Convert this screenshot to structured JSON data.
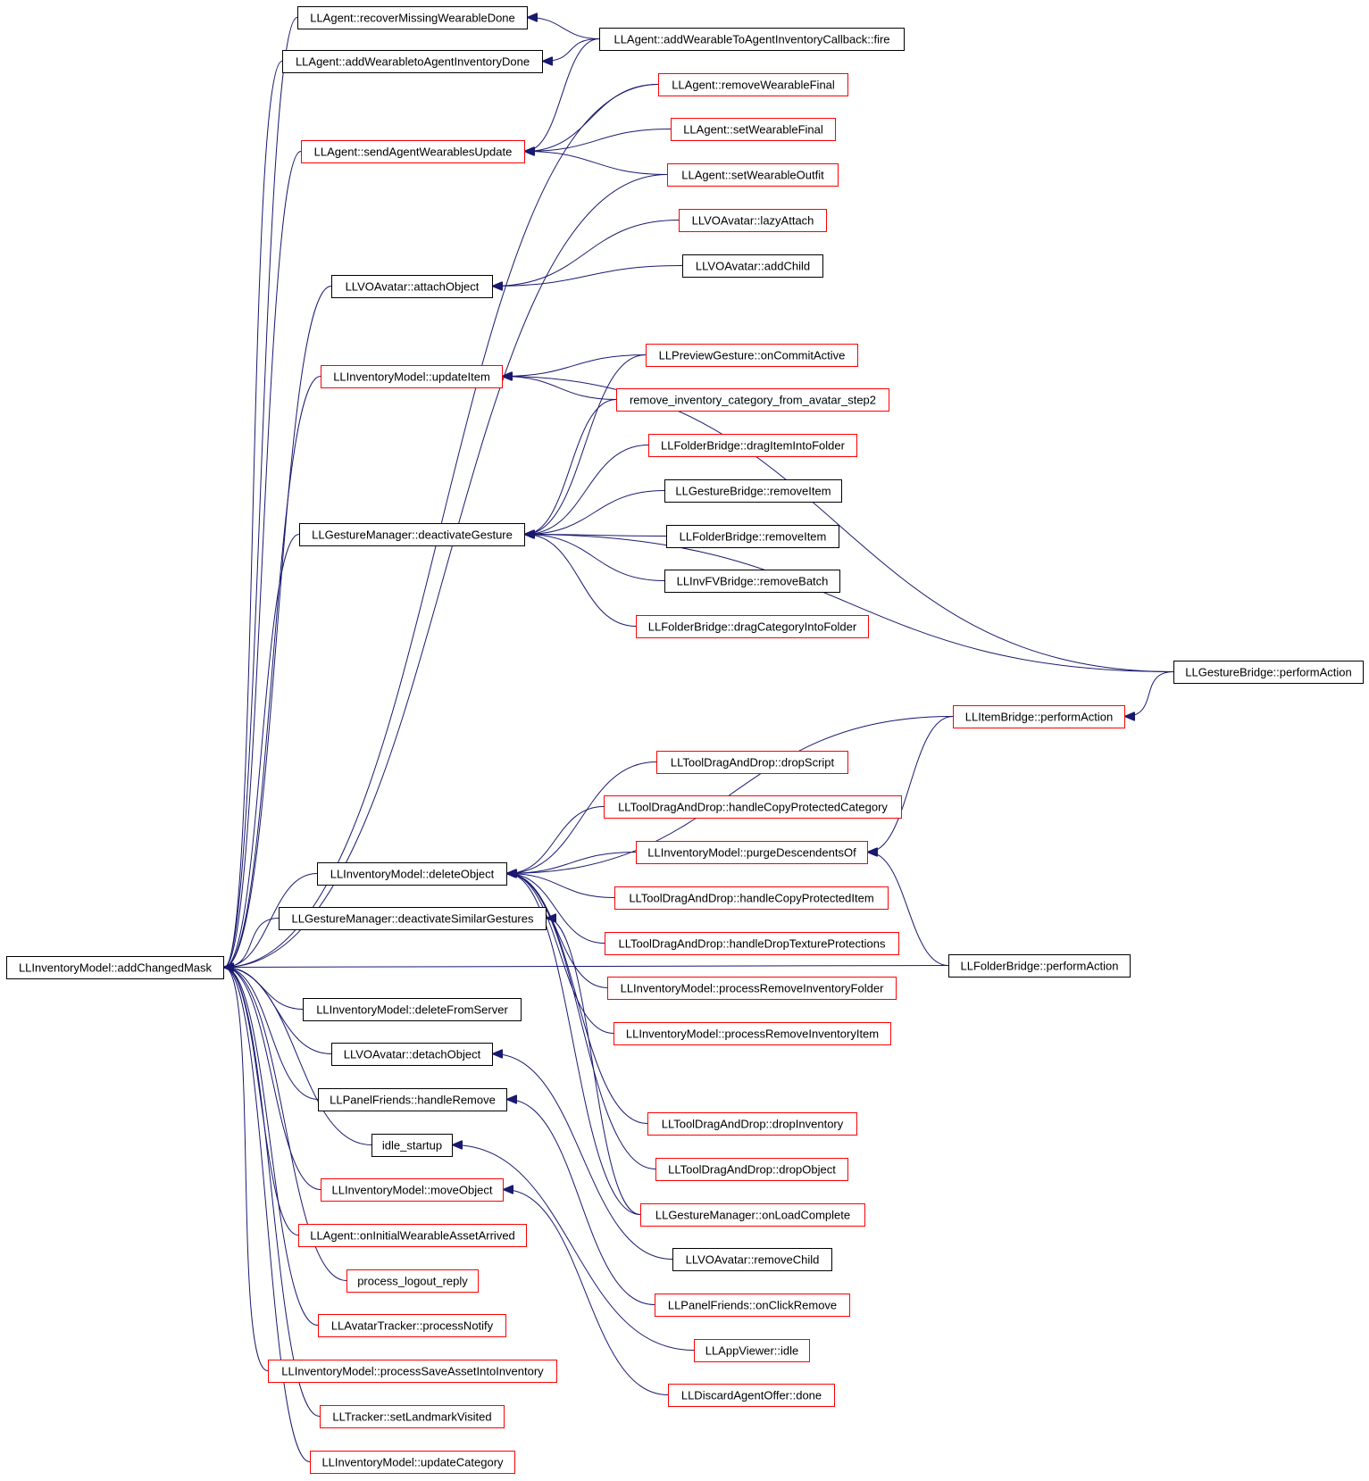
{
  "colors": {
    "edge": "#191970",
    "border_black": "#000000",
    "border_red": "#ff0000",
    "root_fill": "#bfbfbf",
    "node_fill": "#ffffff"
  },
  "nodes": [
    {
      "id": "root",
      "label": "LLInventoryModel::addChangedMask",
      "border": "black",
      "root": true
    },
    {
      "id": "recoverMissing",
      "label": "LLAgent::recoverMissingWearableDone",
      "border": "black"
    },
    {
      "id": "addWearableDone",
      "label": "LLAgent::addWearabletoAgentInventoryDone",
      "border": "black"
    },
    {
      "id": "sendAgentWearables",
      "label": "LLAgent::sendAgentWearablesUpdate",
      "border": "red"
    },
    {
      "id": "attachObject",
      "label": "LLVOAvatar::attachObject",
      "border": "black"
    },
    {
      "id": "updateItem",
      "label": "LLInventoryModel::updateItem",
      "border": "red"
    },
    {
      "id": "deactivateGesture",
      "label": "LLGestureManager::deactivateGesture",
      "border": "black"
    },
    {
      "id": "deleteObject",
      "label": "LLInventoryModel::deleteObject",
      "border": "black"
    },
    {
      "id": "deactivateSimilar",
      "label": "LLGestureManager::deactivateSimilarGestures",
      "border": "black"
    },
    {
      "id": "deleteFromServer",
      "label": "LLInventoryModel::deleteFromServer",
      "border": "black"
    },
    {
      "id": "detachObject",
      "label": "LLVOAvatar::detachObject",
      "border": "black"
    },
    {
      "id": "handleRemove",
      "label": "LLPanelFriends::handleRemove",
      "border": "black"
    },
    {
      "id": "idleStartup",
      "label": "idle_startup",
      "border": "black"
    },
    {
      "id": "moveObject",
      "label": "LLInventoryModel::moveObject",
      "border": "red"
    },
    {
      "id": "onInitialWearable",
      "label": "LLAgent::onInitialWearableAssetArrived",
      "border": "red"
    },
    {
      "id": "processLogout",
      "label": "process_logout_reply",
      "border": "red"
    },
    {
      "id": "processNotify",
      "label": "LLAvatarTracker::processNotify",
      "border": "red"
    },
    {
      "id": "processSaveAsset",
      "label": "LLInventoryModel::processSaveAssetIntoInventory",
      "border": "red"
    },
    {
      "id": "setLandmark",
      "label": "LLTracker::setLandmarkVisited",
      "border": "red"
    },
    {
      "id": "updateCategory",
      "label": "LLInventoryModel::updateCategory",
      "border": "red"
    },
    {
      "id": "addWearableCallback",
      "label": "LLAgent::addWearableToAgentInventoryCallback::fire",
      "border": "black"
    },
    {
      "id": "removeWearableFinal",
      "label": "LLAgent::removeWearableFinal",
      "border": "red"
    },
    {
      "id": "setWearableFinal",
      "label": "LLAgent::setWearableFinal",
      "border": "red"
    },
    {
      "id": "setWearableOutfit",
      "label": "LLAgent::setWearableOutfit",
      "border": "red"
    },
    {
      "id": "lazyAttach",
      "label": "LLVOAvatar::lazyAttach",
      "border": "red"
    },
    {
      "id": "addChild",
      "label": "LLVOAvatar::addChild",
      "border": "black"
    },
    {
      "id": "onCommitActive",
      "label": "LLPreviewGesture::onCommitActive",
      "border": "red"
    },
    {
      "id": "removeInvCat",
      "label": "remove_inventory_category_from_avatar_step2",
      "border": "red"
    },
    {
      "id": "dragItemIntoFolder",
      "label": "LLFolderBridge::dragItemIntoFolder",
      "border": "red"
    },
    {
      "id": "gestureRemoveItem",
      "label": "LLGestureBridge::removeItem",
      "border": "black"
    },
    {
      "id": "folderRemoveItem",
      "label": "LLFolderBridge::removeItem",
      "border": "black"
    },
    {
      "id": "removeBatch",
      "label": "LLInvFVBridge::removeBatch",
      "border": "black"
    },
    {
      "id": "dragCategoryIntoFolder",
      "label": "LLFolderBridge::dragCategoryIntoFolder",
      "border": "red"
    },
    {
      "id": "gesturePerformAction",
      "label": "LLGestureBridge::performAction",
      "border": "black"
    },
    {
      "id": "itemPerformAction",
      "label": "LLItemBridge::performAction",
      "border": "red"
    },
    {
      "id": "dropScript",
      "label": "LLToolDragAndDrop::dropScript",
      "border": "red"
    },
    {
      "id": "handleCopyProtCat",
      "label": "LLToolDragAndDrop::handleCopyProtectedCategory",
      "border": "red"
    },
    {
      "id": "purgeDescendents",
      "label": "LLInventoryModel::purgeDescendentsOf",
      "border": "red"
    },
    {
      "id": "handleCopyProtItem",
      "label": "LLToolDragAndDrop::handleCopyProtectedItem",
      "border": "red"
    },
    {
      "id": "handleDropTexture",
      "label": "LLToolDragAndDrop::handleDropTextureProtections",
      "border": "red"
    },
    {
      "id": "folderPerformAction",
      "label": "LLFolderBridge::performAction",
      "border": "black"
    },
    {
      "id": "processRemoveFolder",
      "label": "LLInventoryModel::processRemoveInventoryFolder",
      "border": "red"
    },
    {
      "id": "processRemoveItem",
      "label": "LLInventoryModel::processRemoveInventoryItem",
      "border": "red"
    },
    {
      "id": "dropInventory",
      "label": "LLToolDragAndDrop::dropInventory",
      "border": "red"
    },
    {
      "id": "dropObject",
      "label": "LLToolDragAndDrop::dropObject",
      "border": "red"
    },
    {
      "id": "onLoadComplete",
      "label": "LLGestureManager::onLoadComplete",
      "border": "red"
    },
    {
      "id": "removeChild",
      "label": "LLVOAvatar::removeChild",
      "border": "black"
    },
    {
      "id": "onClickRemove",
      "label": "LLPanelFriends::onClickRemove",
      "border": "red"
    },
    {
      "id": "appViewerIdle",
      "label": "LLAppViewer::idle",
      "border": "red"
    },
    {
      "id": "discardAgentOffer",
      "label": "LLDiscardAgentOffer::done",
      "border": "red"
    }
  ],
  "edges": [
    [
      "recoverMissing",
      "root"
    ],
    [
      "addWearableDone",
      "root"
    ],
    [
      "removeWearableFinal",
      "root"
    ],
    [
      "sendAgentWearables",
      "root"
    ],
    [
      "setWearableOutfit",
      "root"
    ],
    [
      "attachObject",
      "root"
    ],
    [
      "updateItem",
      "root"
    ],
    [
      "deactivateGesture",
      "root"
    ],
    [
      "deleteObject",
      "root"
    ],
    [
      "deactivateSimilar",
      "root"
    ],
    [
      "folderPerformAction",
      "root"
    ],
    [
      "deleteFromServer",
      "root"
    ],
    [
      "detachObject",
      "root"
    ],
    [
      "handleRemove",
      "root"
    ],
    [
      "idleStartup",
      "root"
    ],
    [
      "moveObject",
      "root"
    ],
    [
      "onInitialWearable",
      "root"
    ],
    [
      "processLogout",
      "root"
    ],
    [
      "processNotify",
      "root"
    ],
    [
      "processSaveAsset",
      "root"
    ],
    [
      "setLandmark",
      "root"
    ],
    [
      "updateCategory",
      "root"
    ],
    [
      "addWearableCallback",
      "recoverMissing"
    ],
    [
      "addWearableCallback",
      "addWearableDone"
    ],
    [
      "addWearableCallback",
      "sendAgentWearables"
    ],
    [
      "removeWearableFinal",
      "sendAgentWearables"
    ],
    [
      "setWearableFinal",
      "sendAgentWearables"
    ],
    [
      "setWearableOutfit",
      "sendAgentWearables"
    ],
    [
      "lazyAttach",
      "attachObject"
    ],
    [
      "addChild",
      "attachObject"
    ],
    [
      "onCommitActive",
      "updateItem"
    ],
    [
      "removeInvCat",
      "updateItem"
    ],
    [
      "gesturePerformAction",
      "updateItem"
    ],
    [
      "onCommitActive",
      "deactivateGesture"
    ],
    [
      "removeInvCat",
      "deactivateGesture"
    ],
    [
      "dragItemIntoFolder",
      "deactivateGesture"
    ],
    [
      "gestureRemoveItem",
      "deactivateGesture"
    ],
    [
      "folderRemoveItem",
      "deactivateGesture"
    ],
    [
      "removeBatch",
      "deactivateGesture"
    ],
    [
      "dragCategoryIntoFolder",
      "deactivateGesture"
    ],
    [
      "gesturePerformAction",
      "deactivateGesture"
    ],
    [
      "gesturePerformAction",
      "itemPerformAction"
    ],
    [
      "itemPerformAction",
      "deleteObject"
    ],
    [
      "dropScript",
      "deleteObject"
    ],
    [
      "handleCopyProtCat",
      "deleteObject"
    ],
    [
      "purgeDescendents",
      "deleteObject"
    ],
    [
      "handleCopyProtItem",
      "deleteObject"
    ],
    [
      "handleDropTexture",
      "deleteObject"
    ],
    [
      "processRemoveFolder",
      "deleteObject"
    ],
    [
      "processRemoveItem",
      "deleteObject"
    ],
    [
      "dropInventory",
      "deleteObject"
    ],
    [
      "dropObject",
      "deleteObject"
    ],
    [
      "onLoadComplete",
      "deleteObject"
    ],
    [
      "itemPerformAction",
      "purgeDescendents"
    ],
    [
      "folderPerformAction",
      "purgeDescendents"
    ],
    [
      "onLoadComplete",
      "deactivateSimilar"
    ],
    [
      "removeChild",
      "detachObject"
    ],
    [
      "onClickRemove",
      "handleRemove"
    ],
    [
      "appViewerIdle",
      "idleStartup"
    ],
    [
      "discardAgentOffer",
      "moveObject"
    ]
  ]
}
